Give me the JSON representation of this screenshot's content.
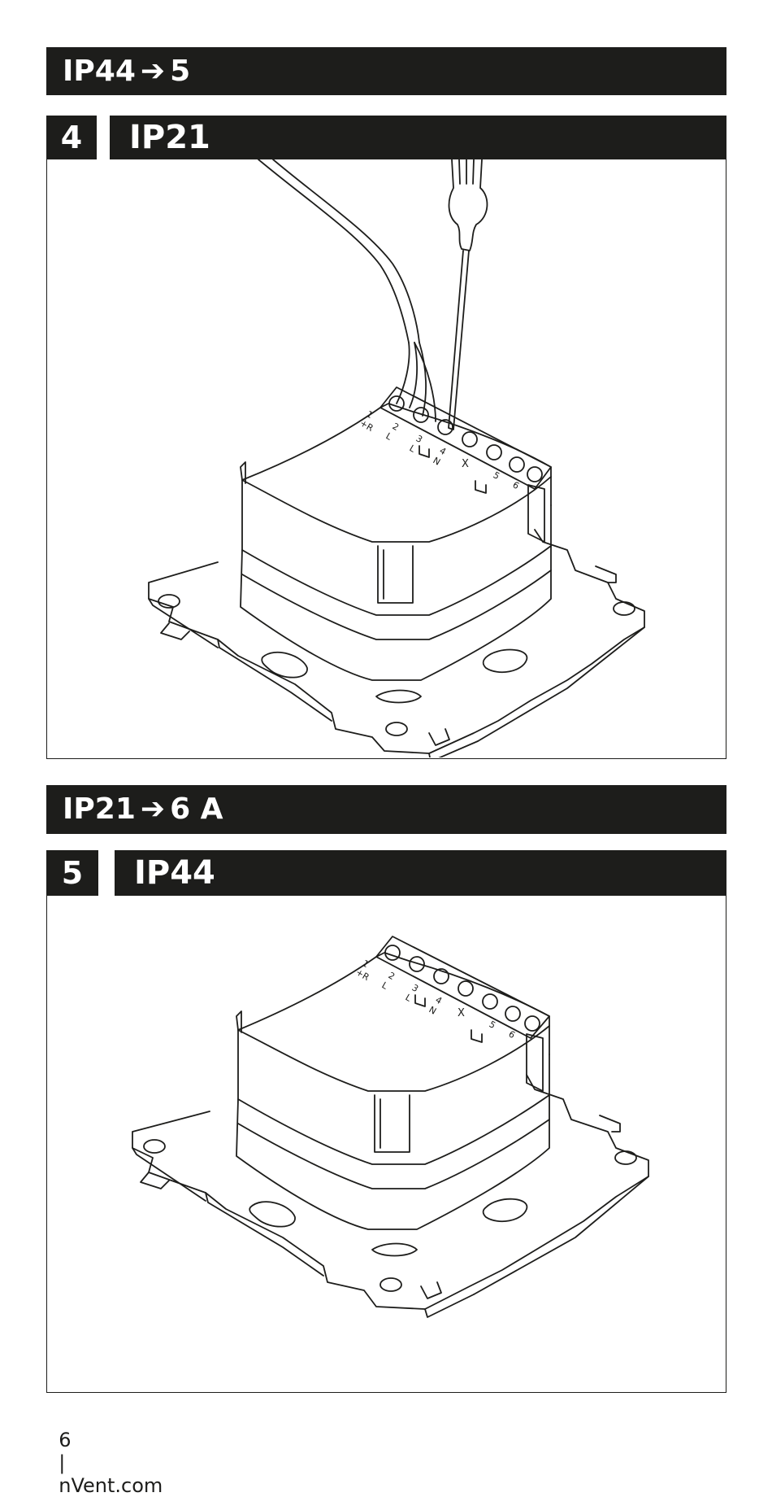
{
  "header_one": {
    "from": "IP44",
    "arrow": "➔",
    "to": "5"
  },
  "step_four": {
    "number": "4",
    "title": "IP21"
  },
  "header_two": {
    "from": "IP21",
    "arrow": "➔",
    "to": "6 A"
  },
  "step_five": {
    "number": "5",
    "title": "IP44"
  },
  "terminal_labels": {
    "t1": "1",
    "t1sub": "+R",
    "t2": "2",
    "t2sub": "L",
    "t3": "3",
    "t3sub": "L",
    "t4": "4",
    "t4sub": "N",
    "x": "X",
    "t5": "5",
    "t6": "6"
  },
  "footer": {
    "page": "6",
    "separator": "|",
    "site": "nVent.com"
  },
  "colors": {
    "bar": "#1d1d1b",
    "text_on_bar": "#ffffff",
    "line": "#1d1d1b"
  },
  "icons": [
    "screwdriver-icon",
    "cable-icon",
    "thermostat-module-icon",
    "mounting-frame-icon"
  ]
}
